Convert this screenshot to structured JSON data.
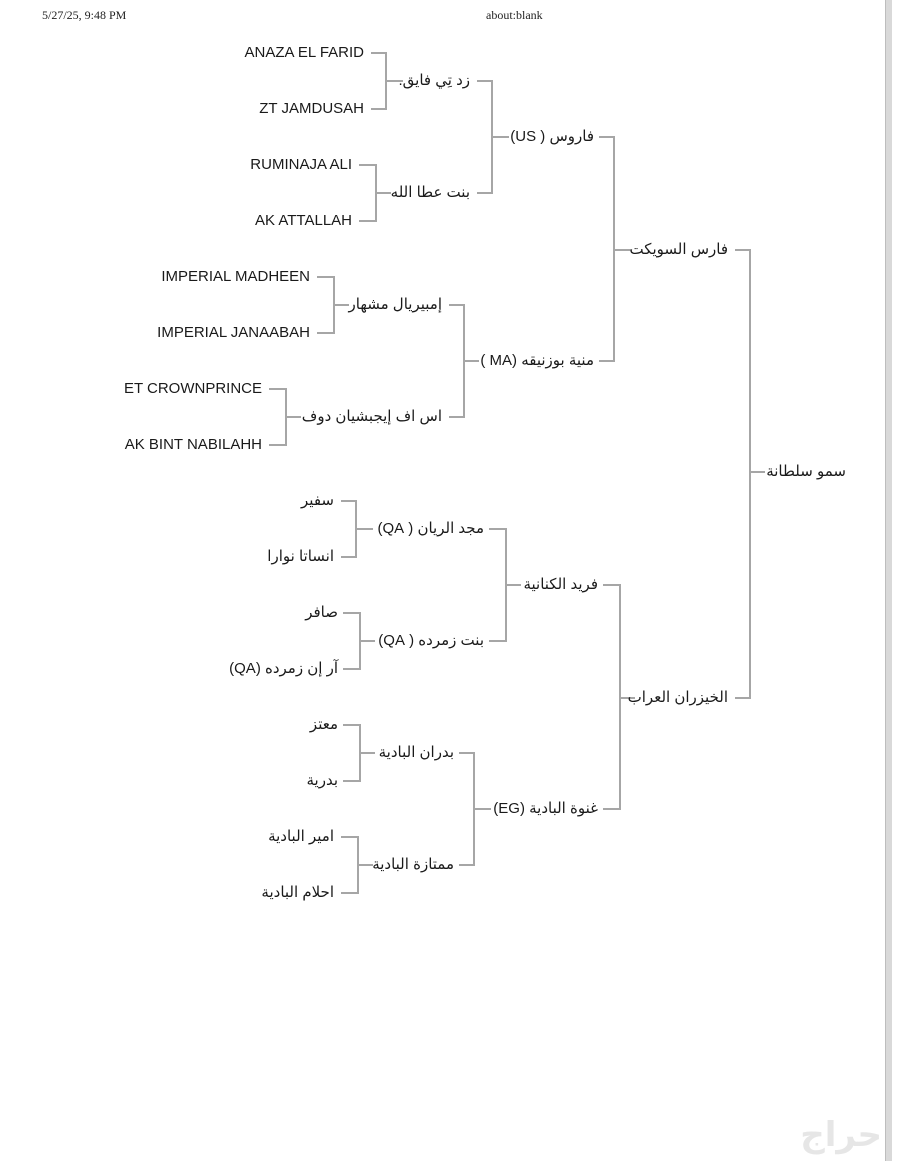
{
  "header": {
    "date": "5/27/25, 9:48 PM",
    "url": "about:blank"
  },
  "pedigree": {
    "root": "سمو سلطانة",
    "sire": "فارس السويكت",
    "dam": "الخيزران العراب",
    "sire_sire": "فاروس ( US)",
    "sire_dam": "منية بوزنيقه (MA )",
    "dam_sire": "فريد الكنانية",
    "dam_dam": "غنوة البادية (EG)",
    "ss_sire": "زد تِي فايق.",
    "ss_dam": "بنت عطا الله",
    "sd_sire": "إمبيريال مشهار",
    "sd_dam": "اس اف إيجبشيان دوف",
    "ds_sire": "مجد الريان ( QA)",
    "ds_dam": "بنت زمرده ( QA)",
    "dd_sire": "بدران البادية",
    "dd_dam": "ممتازة البادية",
    "g1": "ANAZA EL FARID",
    "g2": "ZT JAMDUSAH",
    "g3": "RUMINAJA ALI",
    "g4": "AK ATTALLAH",
    "g5": "IMPERIAL MADHEEN",
    "g6": "IMPERIAL JANAABAH",
    "g7": "ET CROWNPRINCE",
    "g8": "AK BINT NABILAHH",
    "g9": "سفير",
    "g10": "انساتا نوارا",
    "g11": "صافر",
    "g12": "آر إن زمرده (QA)",
    "g13": "معتز",
    "g14": "بدرية",
    "g15": "امير البادية",
    "g16": "احلام البادية"
  },
  "watermark": "حراج"
}
